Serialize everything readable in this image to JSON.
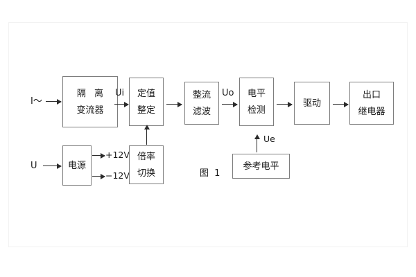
{
  "figure": {
    "caption": "图 1",
    "background": "#ffffff",
    "box_border_color": "#7d7d7d",
    "arrow_color": "#2b2b2b",
    "text_color": "#1a1a1a"
  },
  "inputs": [
    {
      "id": "current-input",
      "label": "I～"
    },
    {
      "id": "voltage-input",
      "label": "U"
    }
  ],
  "blocks": [
    {
      "id": "isolation-transformer",
      "line1": "隔 离",
      "line2": "变流器"
    },
    {
      "id": "setting-adjust",
      "line1": "定值",
      "line2": "整定"
    },
    {
      "id": "rectify-filter",
      "line1": "整流",
      "line2": "滤波"
    },
    {
      "id": "level-detect",
      "line1": "电平",
      "line2": "检测"
    },
    {
      "id": "driver",
      "line1": "驱动",
      "line2": ""
    },
    {
      "id": "output-relay",
      "line1": "出口",
      "line2": "继电器"
    },
    {
      "id": "power-supply",
      "line1": "电源",
      "line2": ""
    },
    {
      "id": "multiplier-switch",
      "line1": "倍率",
      "line2": "切换"
    },
    {
      "id": "reference-level",
      "line1": "参考电平",
      "line2": ""
    }
  ],
  "signals": [
    {
      "id": "ui",
      "label": "Ui"
    },
    {
      "id": "uo",
      "label": "Uo"
    },
    {
      "id": "ue",
      "label": "Ue"
    }
  ],
  "rails": [
    {
      "id": "rail-positive",
      "label": "+12V"
    },
    {
      "id": "rail-negative",
      "label": "−12V"
    }
  ]
}
